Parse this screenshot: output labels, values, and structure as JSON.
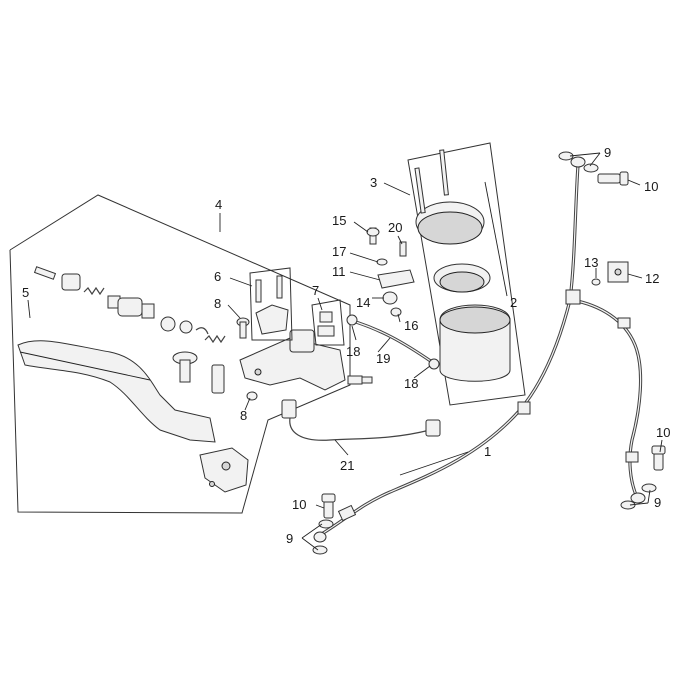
{
  "diagram": {
    "callouts": [
      {
        "id": "c1",
        "text": "1"
      },
      {
        "id": "c2",
        "text": "2"
      },
      {
        "id": "c3",
        "text": "3"
      },
      {
        "id": "c4",
        "text": "4"
      },
      {
        "id": "c5",
        "text": "5"
      },
      {
        "id": "c6",
        "text": "6"
      },
      {
        "id": "c7",
        "text": "7"
      },
      {
        "id": "c8a",
        "text": "8"
      },
      {
        "id": "c8b",
        "text": "8"
      },
      {
        "id": "c9a",
        "text": "9"
      },
      {
        "id": "c9b",
        "text": "9"
      },
      {
        "id": "c9c",
        "text": "9"
      },
      {
        "id": "c10a",
        "text": "10"
      },
      {
        "id": "c10b",
        "text": "10"
      },
      {
        "id": "c10c",
        "text": "10"
      },
      {
        "id": "c11",
        "text": "11"
      },
      {
        "id": "c12",
        "text": "12"
      },
      {
        "id": "c13",
        "text": "13"
      },
      {
        "id": "c14",
        "text": "14"
      },
      {
        "id": "c15",
        "text": "15"
      },
      {
        "id": "c16",
        "text": "16"
      },
      {
        "id": "c17",
        "text": "17"
      },
      {
        "id": "c18a",
        "text": "18"
      },
      {
        "id": "c18b",
        "text": "18"
      },
      {
        "id": "c19",
        "text": "19"
      },
      {
        "id": "c20",
        "text": "20"
      },
      {
        "id": "c21",
        "text": "21"
      }
    ]
  }
}
